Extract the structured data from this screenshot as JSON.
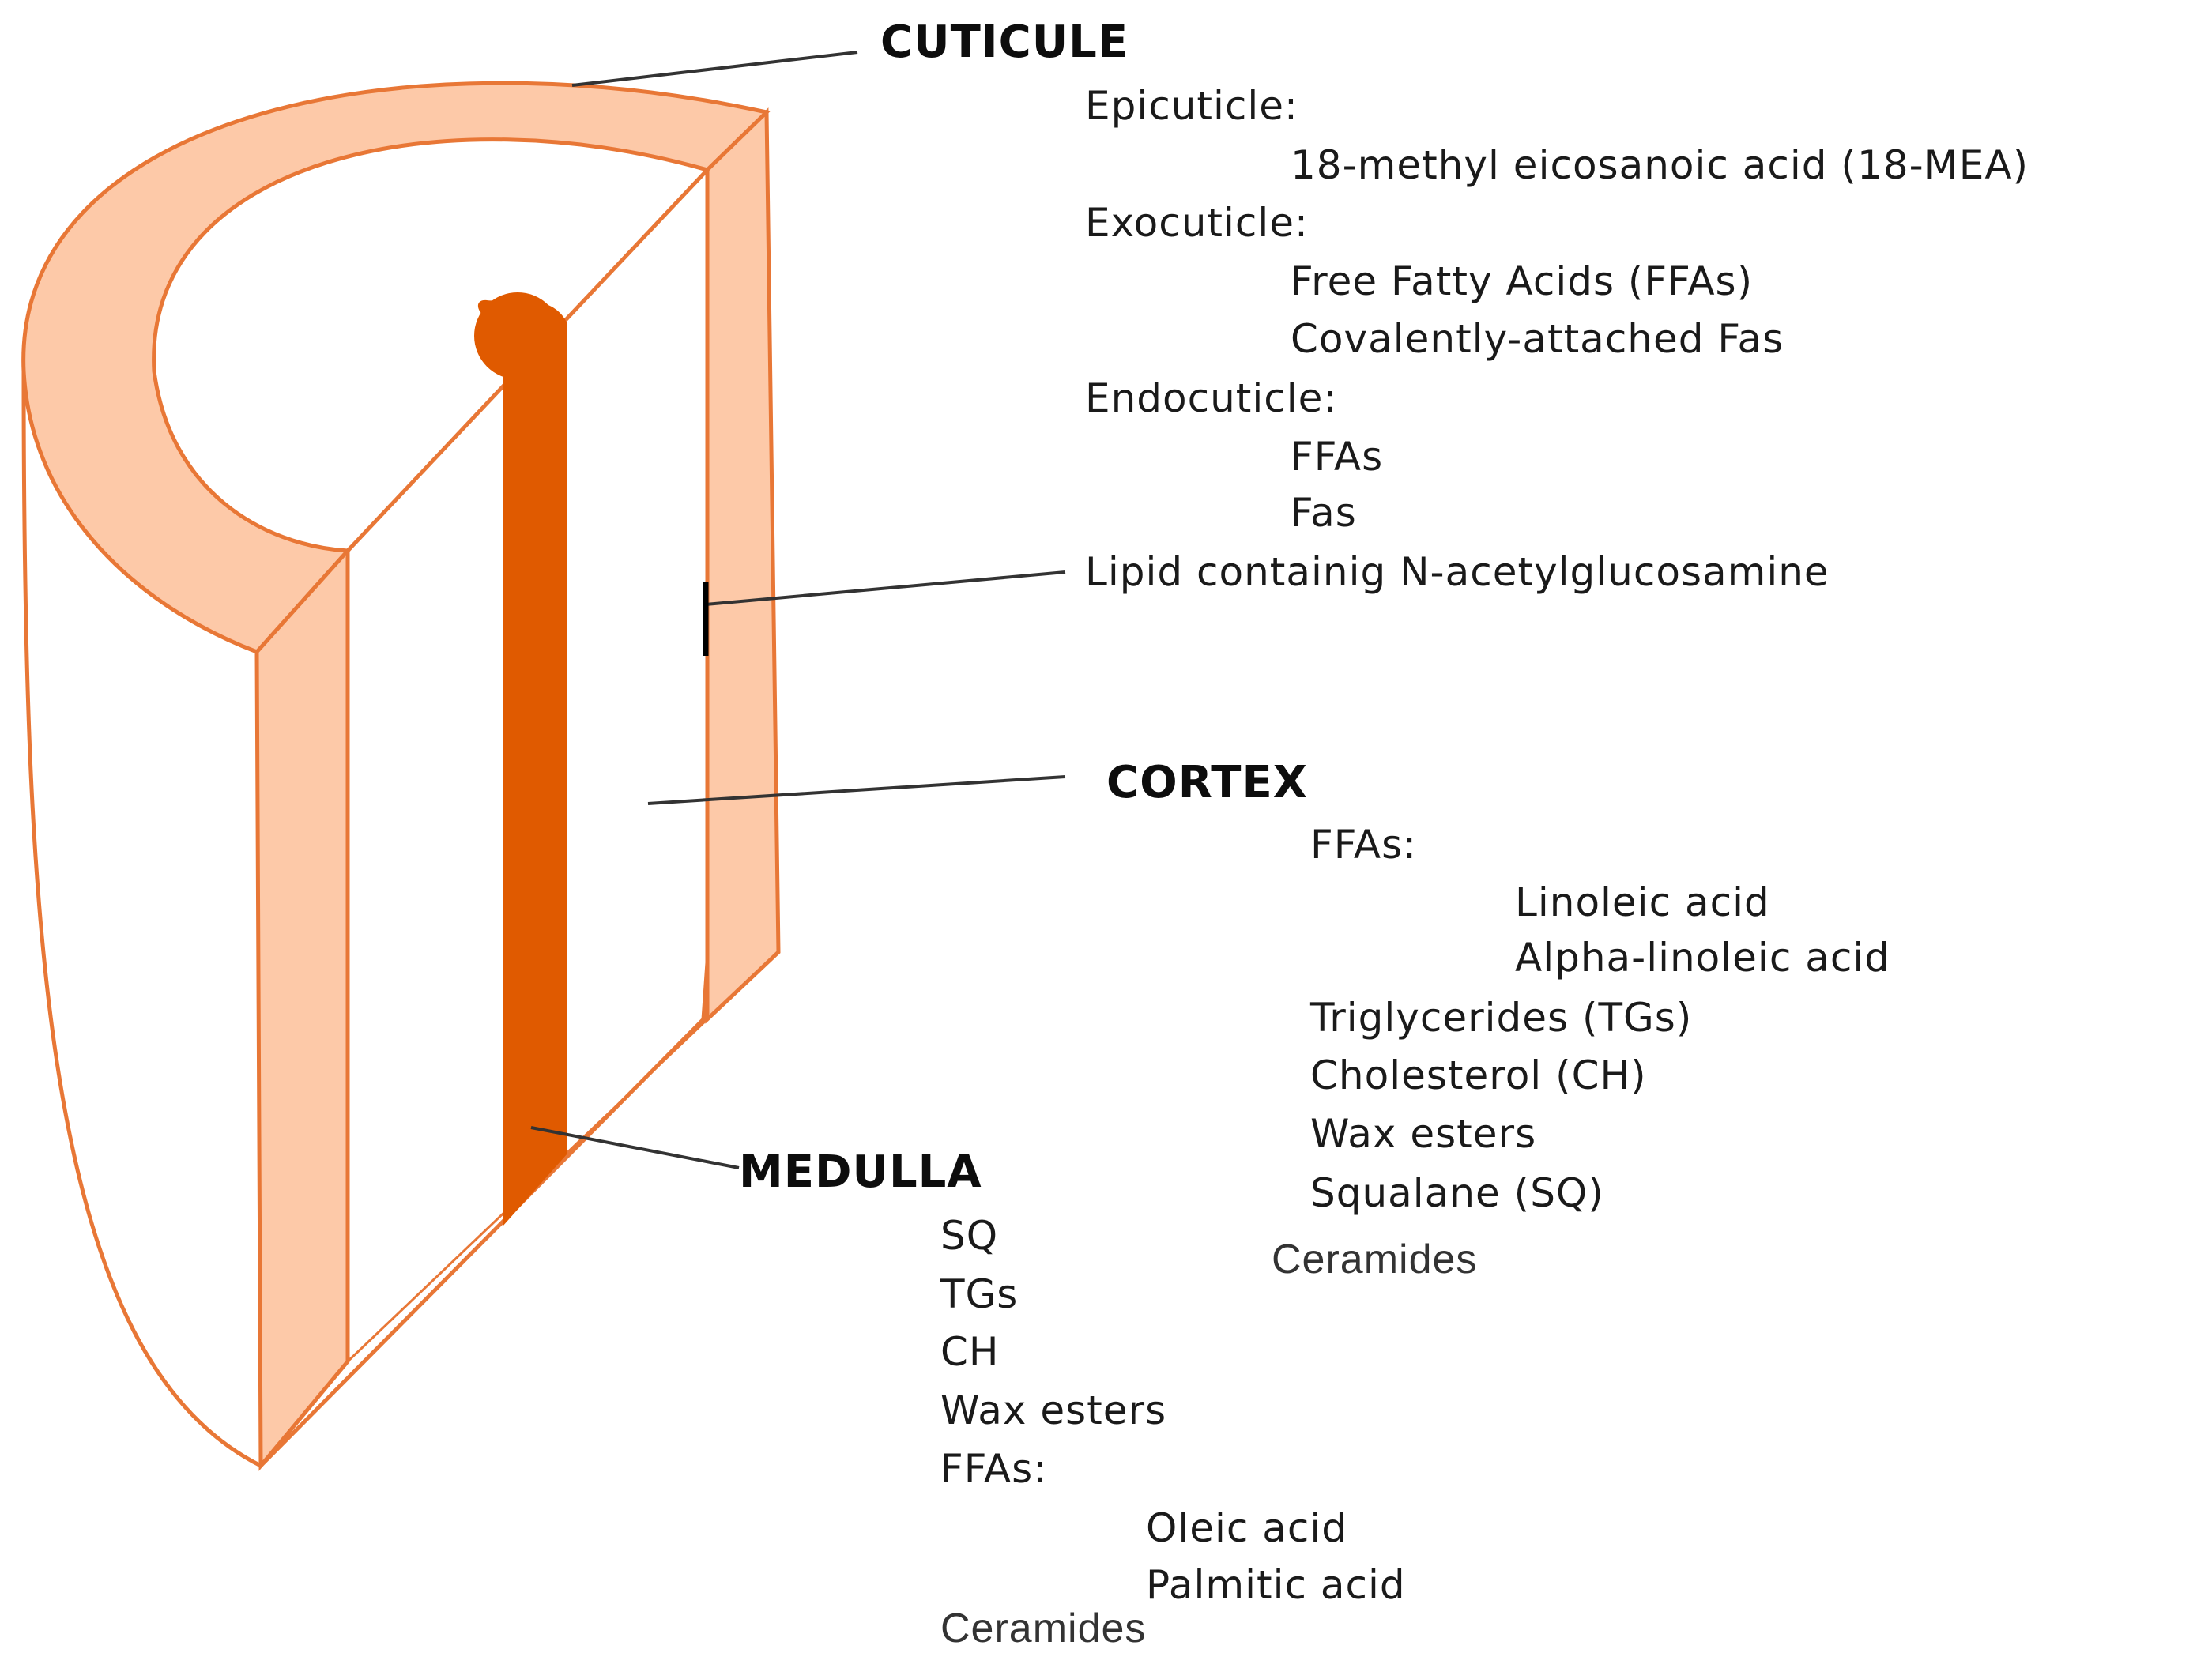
{
  "colors": {
    "outline": "#e87736",
    "band_fill": "#fdc9a8",
    "medulla_fill": "#e05a00",
    "leader_line": "#333333",
    "marker": "#000000",
    "text": "#1a1a1a"
  },
  "cuticle": {
    "heading": "CUTICULE",
    "items": [
      "Epicuticle:",
      "18-methyl eicosanoic acid (18-MEA)",
      "Exocuticle:",
      "Free Fatty Acids (FFAs)",
      "Covalently-attached Fas",
      "Endocuticle:",
      "FFAs",
      "Fas"
    ],
    "lipid_label": "Lipid containig N-acetylglucosamine"
  },
  "cortex": {
    "heading": "CORTEX",
    "items": [
      "FFAs:",
      "Linoleic acid",
      "Alpha-linoleic acid",
      "Triglycerides (TGs)",
      "Cholesterol (CH)",
      "Wax esters",
      "Squalane (SQ)",
      "Ceramides"
    ]
  },
  "medulla": {
    "heading": "MEDULLA",
    "items": [
      "SQ",
      "TGs",
      "CH",
      "Wax esters",
      "FFAs:",
      "Oleic acid",
      "Palmitic acid",
      "Ceramides"
    ]
  }
}
